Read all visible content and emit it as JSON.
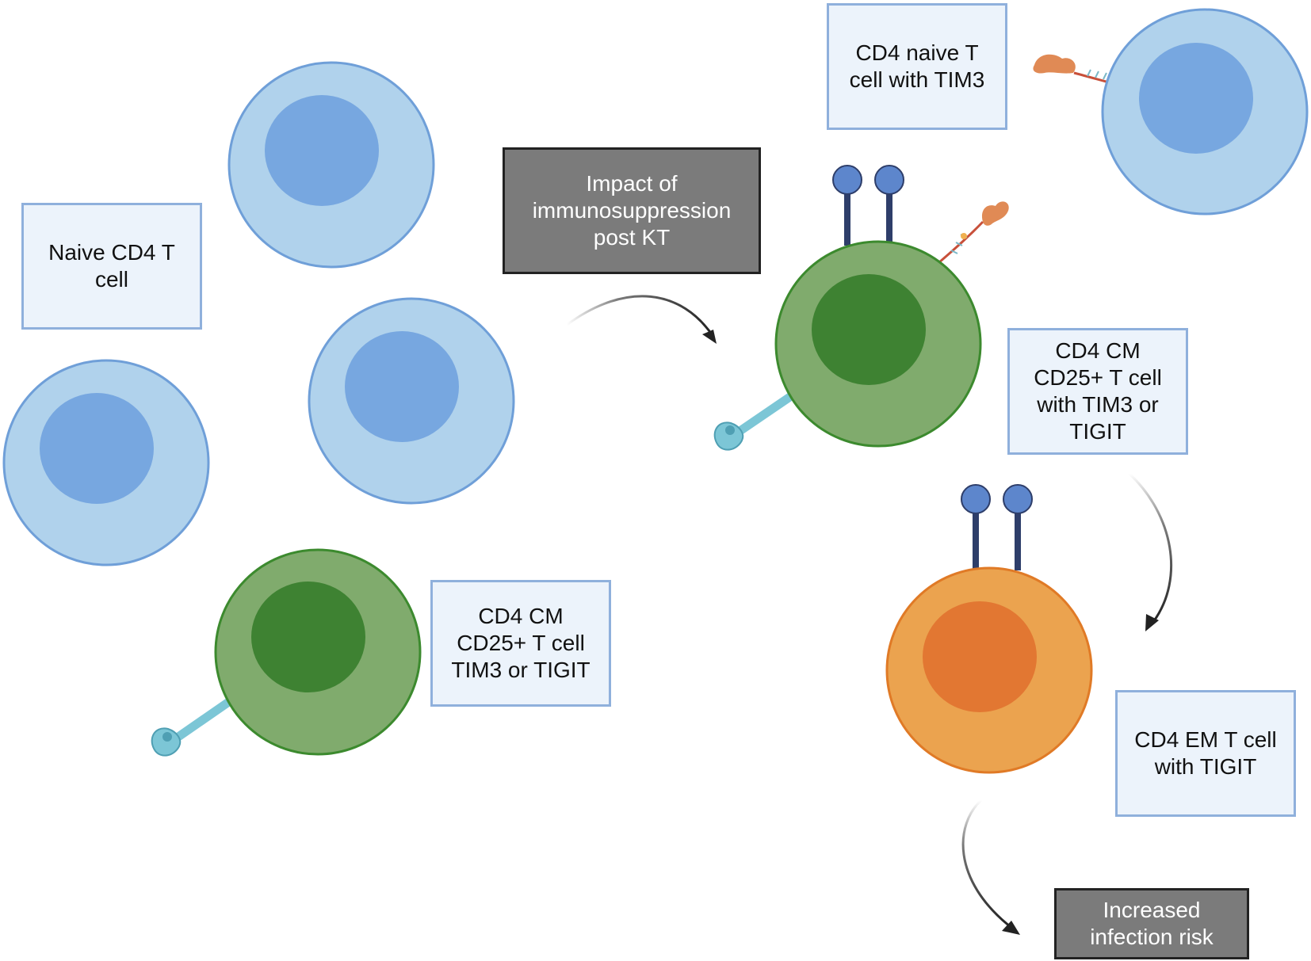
{
  "colors": {
    "naive_cell": "#b0d2ec",
    "naive_nucleus": "#77a7e0",
    "naive_outline": "#6f9fd8",
    "cm_cell": "#80ab6d",
    "cm_nucleus": "#3e8232",
    "cm_outline": "#3c8a2e",
    "em_cell": "#eba34f",
    "em_nucleus": "#e27732",
    "em_outline": "#e07a26",
    "receptor_head": "#5d86cc",
    "receptor_stem": "#2e3e6a",
    "tigit_receptor": "#7cc6d6",
    "tim3_receptor": "#e08a55",
    "arrow": "#222222"
  },
  "icons": {
    "naive_cell": "naive-t-cell-icon",
    "cm_cell": "cm-t-cell-icon",
    "em_cell": "em-t-cell-icon",
    "tim3": "tim3-receptor-icon",
    "tigit": "tigit-receptor-icon",
    "cd25": "cd25-receptor-icon"
  },
  "labels": {
    "naive_cd4": "Naive CD4 T\ncell",
    "cd4_naive_tim3": "CD4 naive T\ncell with TIM3",
    "impact": "Impact of\nimmunosuppression\npost KT",
    "cd4_cm_with": "CD4 CM\nCD25+ T cell\nwith TIM3 or\nTIGIT",
    "cd4_cm": "CD4 CM\nCD25+ T cell\nTIM3 or TIGIT",
    "cd4_em": "CD4 EM T cell\nwith TIGIT",
    "infection": "Increased\ninfection risk"
  }
}
